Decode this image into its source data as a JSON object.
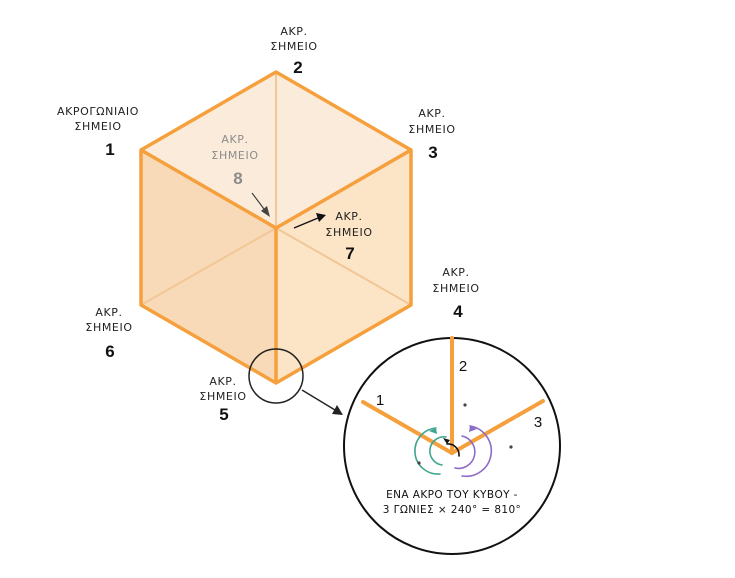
{
  "vertices": {
    "v1": {
      "label_line1": "ΑΚΡΟΓΩΝΙΑΙΟ",
      "label_line2": "ΣΗΜΕΙΟ",
      "number": "1"
    },
    "v2": {
      "label_line1": "ΑΚΡ.",
      "label_line2": "ΣΗΜΕΙΟ",
      "number": "2"
    },
    "v3": {
      "label_line1": "ΑΚΡ.",
      "label_line2": "ΣΗΜΕΙΟ",
      "number": "3"
    },
    "v4": {
      "label_line1": "ΑΚΡ.",
      "label_line2": "ΣΗΜΕΙΟ",
      "number": "4"
    },
    "v5": {
      "label_line1": "ΑΚΡ.",
      "label_line2": "ΣΗΜΕΙΟ",
      "number": "5"
    },
    "v6": {
      "label_line1": "ΑΚΡ.",
      "label_line2": "ΣΗΜΕΙΟ",
      "number": "6"
    },
    "v7": {
      "label_line1": "ΑΚΡ.",
      "label_line2": "ΣΗΜΕΙΟ",
      "number": "7"
    },
    "v8": {
      "label_line1": "ΑΚΡ.",
      "label_line2": "ΣΗΜΕΙΟ",
      "number": "8"
    }
  },
  "zoom": {
    "edge_numbers": [
      "1",
      "2",
      "3"
    ],
    "caption_line1": "ΕΝΑ ΑΚΡΟ ΤΟΥ ΚΥΒΟΥ -",
    "caption_line2": "3 ΓΩΝΙΕΣ × 240° = 810°"
  },
  "colors": {
    "edge": "#F5A03C",
    "face_top": "#FBEBDA",
    "face_left": "#F8DAB8",
    "face_right": "#FCE4C6",
    "arc_green": "#3FA58F",
    "arc_purple": "#8B6CC8"
  }
}
